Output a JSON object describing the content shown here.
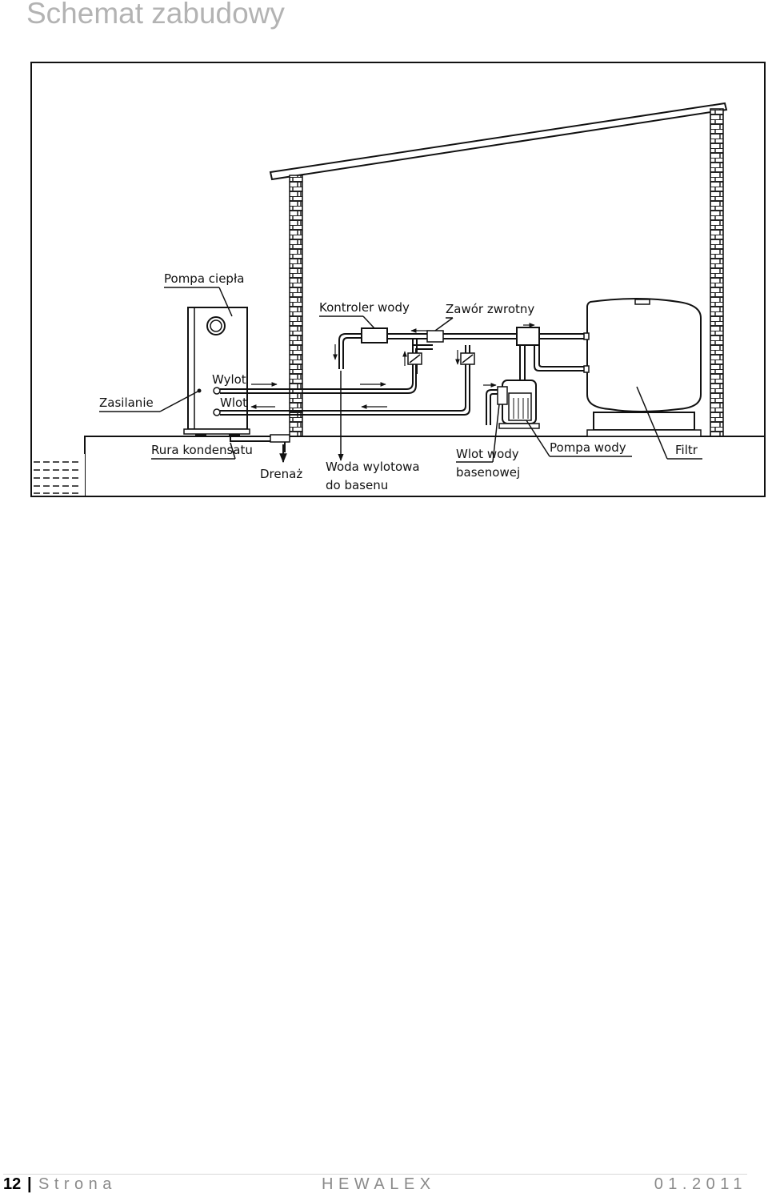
{
  "page": {
    "title": "Schemat zabudowy"
  },
  "diagram": {
    "labels": {
      "heat_pump": "Pompa ciepła",
      "water_controller": "Kontroler wody",
      "check_valve": "Zawór zwrotny",
      "outlet": "Wylot",
      "inlet": "Wlot",
      "power_supply": "Zasilanie",
      "condensate_pipe": "Rura kondensatu",
      "drain": "Drenaż",
      "outlet_water_line1": "Woda wylotowa",
      "outlet_water_line2": "do basenu",
      "pool_inlet_line1": "Wlot wody",
      "pool_inlet_line2": "basenowej",
      "water_pump": "Pompa wody",
      "filter": "Filtr"
    }
  },
  "footer": {
    "page_number": "12",
    "separator": "|",
    "page_word": "Strona",
    "company": "HEWALEX",
    "date": "01.2011"
  }
}
